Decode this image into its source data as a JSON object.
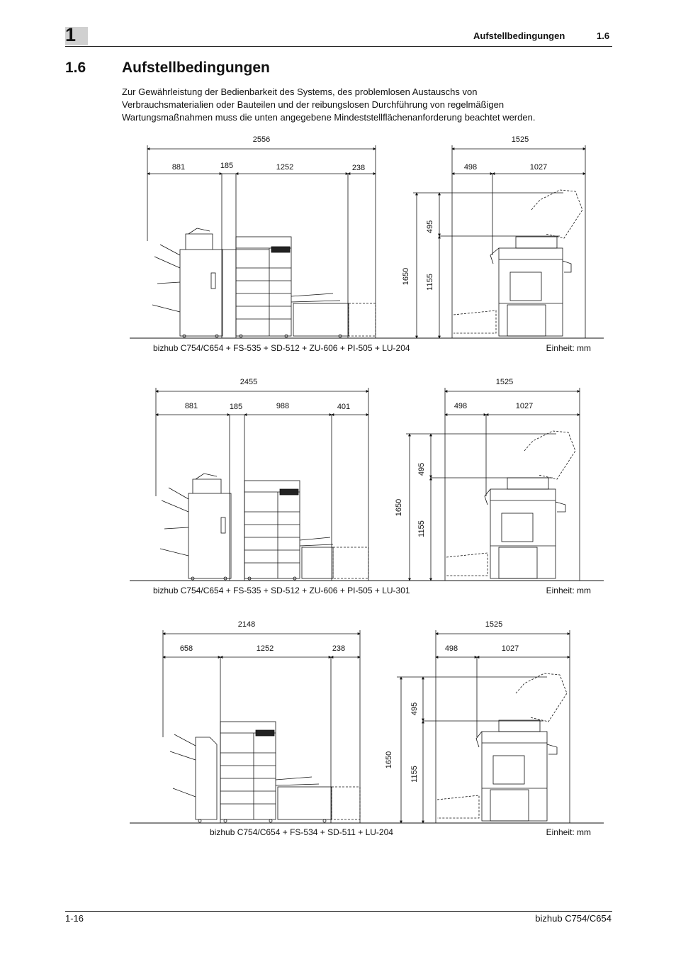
{
  "header": {
    "chapter": "1",
    "section_title": "Aufstellbedingungen",
    "section_number": "1.6"
  },
  "section": {
    "number": "1.6",
    "title": "Aufstellbedingungen"
  },
  "intro": [
    "Zur Gewährleistung der Bedienbarkeit des Systems, des problemlosen Austauschs von",
    "Verbrauchsmaterialien oder Bauteilen und der reibungslosen Durchführung von regelmäßigen",
    "Wartungsmaßnahmen muss die unten angegebene Mindeststellflächenanforderung beachtet werden."
  ],
  "diagrams": [
    {
      "front_total": "2556",
      "front_parts": [
        "881",
        "185",
        "1252",
        "238"
      ],
      "side_total": "1525",
      "side_parts": [
        "498",
        "1027"
      ],
      "height_total": "1650",
      "height_parts": [
        "495",
        "1155"
      ],
      "caption": "bizhub C754/C654 + FS-535 + SD-512 + ZU-606 + PI-505 + LU-204",
      "unit": "Einheit: mm"
    },
    {
      "front_total": "2455",
      "front_parts": [
        "881",
        "185",
        "988",
        "401"
      ],
      "side_total": "1525",
      "side_parts": [
        "498",
        "1027"
      ],
      "height_total": "1650",
      "height_parts": [
        "495",
        "1155"
      ],
      "caption": "bizhub C754/C654 + FS-535 + SD-512 + ZU-606 + PI-505 + LU-301",
      "unit": "Einheit: mm"
    },
    {
      "front_total": "2148",
      "front_parts": [
        "658",
        "1252",
        "238"
      ],
      "side_total": "1525",
      "side_parts": [
        "498",
        "1027"
      ],
      "height_total": "1650",
      "height_parts": [
        "495",
        "1155"
      ],
      "caption": "bizhub C754/C654 + FS-534 + SD-511 + LU-204",
      "unit": "Einheit: mm"
    }
  ],
  "footer": {
    "page": "1-16",
    "product": "bizhub C754/C654"
  }
}
